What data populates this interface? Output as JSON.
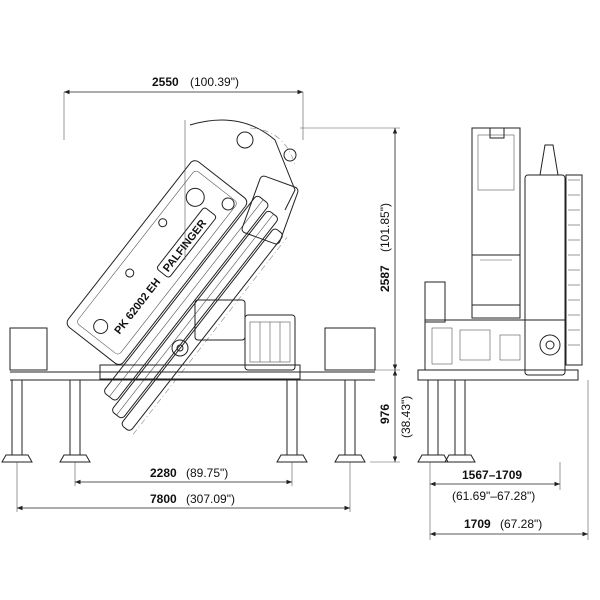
{
  "crane": {
    "model_label": "PK 62002 EH",
    "brand_label": "PALFINGER"
  },
  "dimensions": {
    "overall_width": {
      "metric": "2550",
      "imperial": "(100.39\")"
    },
    "height": {
      "metric": "2587",
      "imperial": "(101.85\")"
    },
    "base_height": {
      "metric": "976",
      "imperial": "(38.43\")"
    },
    "inner_outrigger_span": {
      "metric": "2280",
      "imperial": "(89.75\")"
    },
    "outer_outrigger_span": {
      "metric": "7800",
      "imperial": "(307.09\")"
    },
    "side_width_range": {
      "metric": "1567–1709",
      "imperial": "(61.69\"–67.28\")"
    },
    "side_width": {
      "metric": "1709",
      "imperial": "(67.28\")"
    }
  },
  "colors": {
    "line": "#222222",
    "background": "#ffffff"
  }
}
